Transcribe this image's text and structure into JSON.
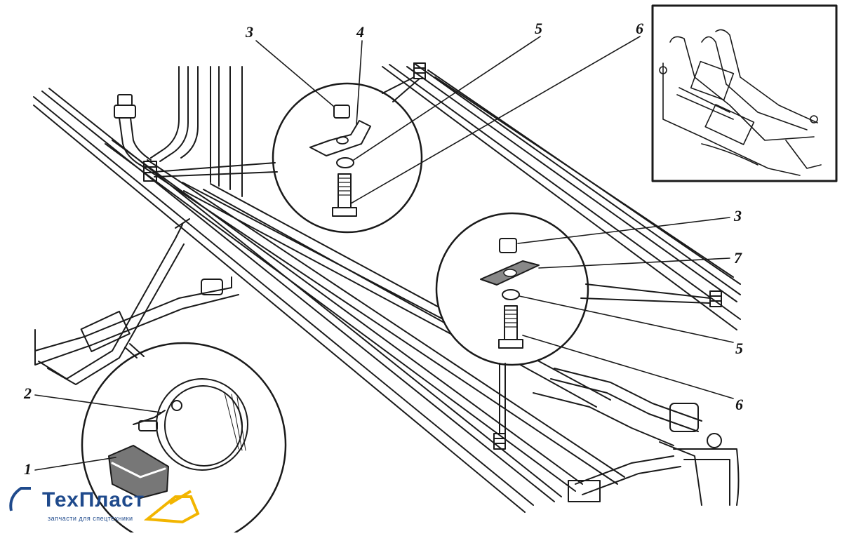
{
  "callouts": [
    {
      "id": "c3a",
      "label": "3"
    },
    {
      "id": "c4",
      "label": "4"
    },
    {
      "id": "c5a",
      "label": "5"
    },
    {
      "id": "c6a",
      "label": "6"
    },
    {
      "id": "c3b",
      "label": "3"
    },
    {
      "id": "c7",
      "label": "7"
    },
    {
      "id": "c5b",
      "label": "5"
    },
    {
      "id": "c6b",
      "label": "6"
    },
    {
      "id": "c2",
      "label": "2"
    },
    {
      "id": "c1",
      "label": "1"
    }
  ],
  "logo": {
    "brand_part1": "Тех",
    "brand_part2": "Пласт",
    "tagline": "запчасти для спецтехники",
    "color": "#1f4a8c",
    "accent": "#f2b500"
  }
}
